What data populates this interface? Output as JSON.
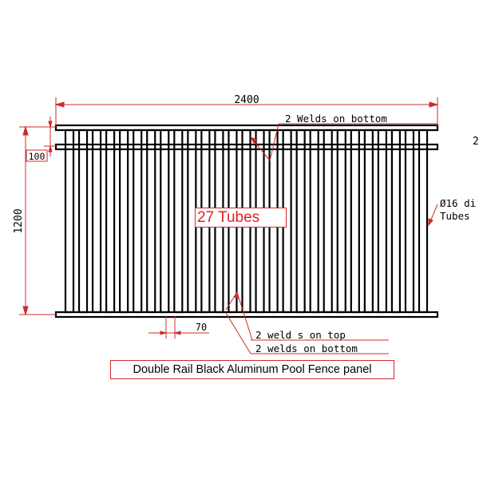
{
  "title": "Double Rail Black Aluminum Pool Fence panel",
  "colors": {
    "line": "#000000",
    "dimension": "#cc2b2b",
    "note_text": "#000000",
    "highlight_text": "#e02020"
  },
  "panel": {
    "tube_count": 27
  },
  "dimensions": {
    "width": "2400",
    "height": "1200",
    "rail_spacing": "100",
    "tube_spacing": "70"
  },
  "annotations": {
    "welds_top_rail": "2 Welds on  bottom",
    "tubes_label": "27 Tubes",
    "tube_diameter_line1": "Ø16 di",
    "tube_diameter_line2": "Tubes",
    "welds_on_top": "2 weld s on top",
    "welds_on_bottom": "2 welds on bottom",
    "edge_fragment": "2"
  }
}
